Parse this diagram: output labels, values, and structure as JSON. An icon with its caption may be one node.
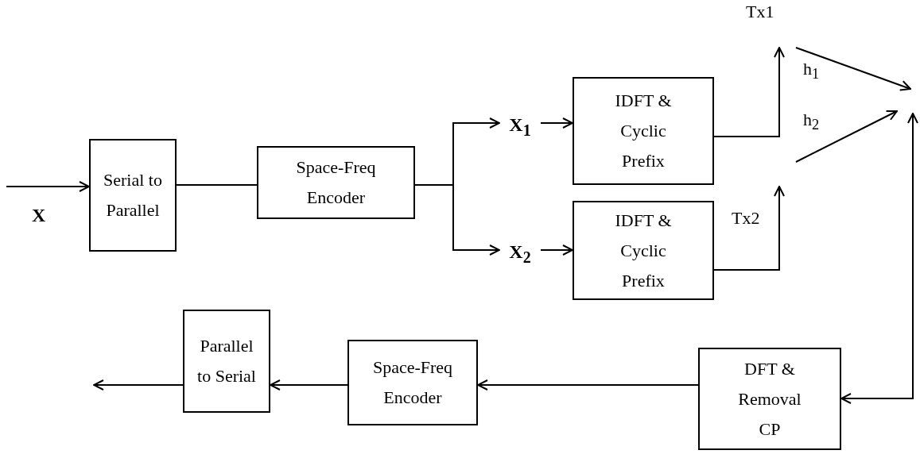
{
  "diagram": {
    "nodes": [
      {
        "text": [
          "Serial to Parallel"
        ]
      },
      {
        "text": [
          "Space-Freq Encoder"
        ]
      },
      {
        "text": [
          "X$_{1}$"
        ]
      },
      {
        "text": [
          "X$_{2}$"
        ]
      },
      {
        "text": [
          "IDFT & Cyclic Prefix"
        ]
      },
      {
        "text": [
          "IDFT & Cyclic Prefix"
        ]
      },
      {
        "text": [
          "DFT & Removal CP"
        ]
      },
      {
        "text": [
          "Space-Freq Encoder"
        ]
      },
      {
        "text": [
          "Parallel to Serial"
        ]
      }
    ],
    "edges": [
      {
        "from": null,
        "to": 0,
        "arrow": "to"
      },
      {
        "from": 0,
        "to": 1,
        "arrow": "none"
      },
      {
        "from": 1,
        "to": 2,
        "arrow": "to"
      },
      {
        "from": 1,
        "to": 3,
        "arrow": "to"
      },
      {
        "from": 2,
        "to": 4,
        "arrow": "to"
      },
      {
        "from": 3,
        "to": 5,
        "arrow": "to"
      },
      {
        "from": 4,
        "to": null,
        "arrow": "to"
      },
      {
        "from": 5,
        "to": null,
        "arrow": "to"
      },
      {
        "from": null,
        "to": 6,
        "arrow": "both"
      },
      {
        "from": 6,
        "to": 7,
        "arrow": "to"
      },
      {
        "from": 7,
        "to": 8,
        "arrow": "to"
      },
      {
        "from": 8,
        "to": null,
        "arrow": "to"
      }
    ],
    "labels": [
      "X",
      "Tx1",
      "Tx2",
      "h$_{1}$",
      "h$_{2}$"
    ]
  }
}
